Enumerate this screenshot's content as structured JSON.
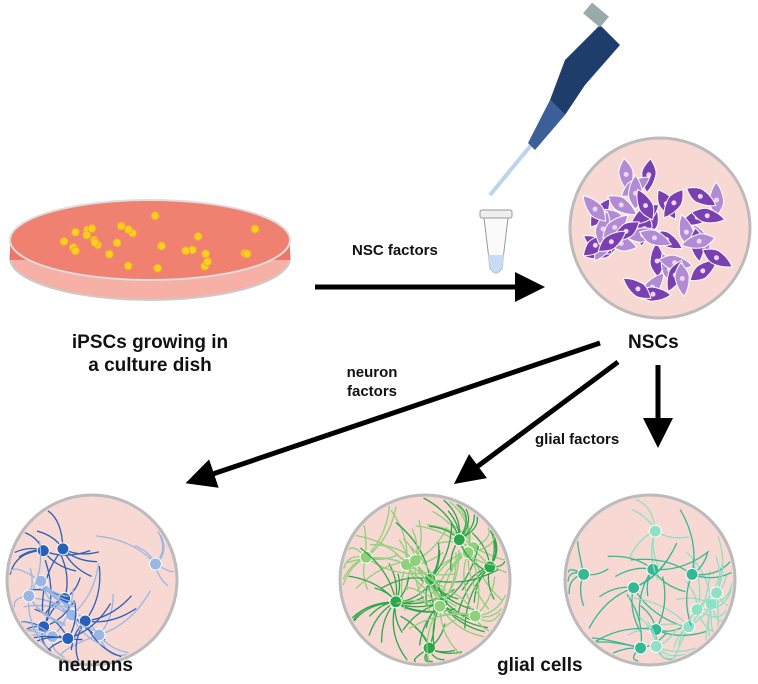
{
  "labels": {
    "nsc_factors": "NSC factors",
    "ipsc_line1": "iPSCs growing in",
    "ipsc_line2": "a culture dish",
    "nscs": "NSCs",
    "neuron_factors_line1": "neuron",
    "neuron_factors_line2": "factors",
    "glial_factors": "glial factors",
    "neurons": "neurons",
    "glial_cells": "glial cells"
  },
  "colors": {
    "dish": "#f07868",
    "colony": "#f6d21a",
    "circle_bg": "#f8d8d2",
    "nsc": "#7a3fb0",
    "nsc_light": "#b38ad4",
    "neuron": "#2a5fb8",
    "neuron_light": "#9ab7e4",
    "glia_green": "#2aa84a",
    "glia_teal": "#35b894",
    "pipette": "#1f3d6b",
    "arrow": "#000000"
  }
}
